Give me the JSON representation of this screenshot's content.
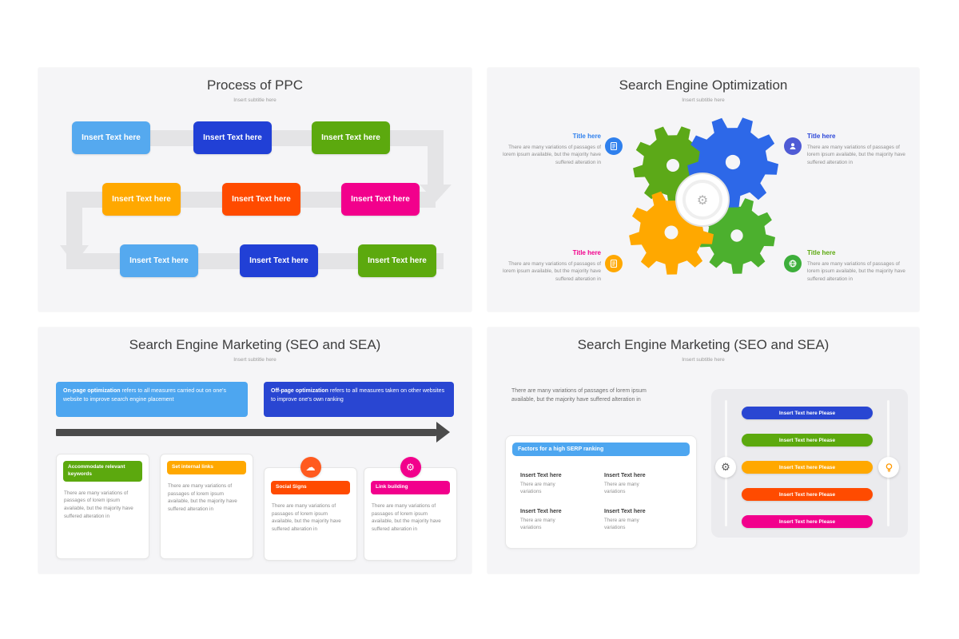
{
  "slide_ppc": {
    "title": "Process of PPC",
    "subtitle": "Insert subtitle here",
    "box_label": "Insert Text here",
    "rows": [
      {
        "items": [
          {
            "color": "#55A9EF"
          },
          {
            "color": "#2140D6"
          },
          {
            "color": "#5CA90E"
          }
        ]
      },
      {
        "items": [
          {
            "color": "#FFA800"
          },
          {
            "color": "#FF4B00"
          },
          {
            "color": "#F2008C"
          }
        ]
      },
      {
        "items": [
          {
            "color": "#55A9EF"
          },
          {
            "color": "#2140D6"
          },
          {
            "color": "#5CA90E"
          }
        ]
      }
    ]
  },
  "slide_seo": {
    "title": "Search Engine Optimization",
    "subtitle": "Insert subtitle here",
    "corner_body": "There are many variations of passages of lorem ipsum available, but the majority have suffered alteration in",
    "corners": [
      {
        "title": "Title here",
        "title_color": "#2F80ED",
        "icon_color": "#2F80ED"
      },
      {
        "title": "Title here",
        "title_color": "#2B46D8",
        "icon_color": "#4F5BD5"
      },
      {
        "title": "Title here",
        "title_color": "#F2008C",
        "icon_color": "#FFA800"
      },
      {
        "title": "Title here",
        "title_color": "#5CA90E",
        "icon_color": "#3DAE3B"
      }
    ],
    "gear_colors": [
      "#5CA918",
      "#2D68E8",
      "#FFA800",
      "#4CB02E"
    ],
    "hub_glyph": "⚙"
  },
  "slide_sem1": {
    "title": "Search Engine Marketing (SEO and SEA)",
    "subtitle": "Insert subtitle here",
    "banners": [
      {
        "bold": "On-page optimization",
        "rest": " refers to all measures carried out on one's website to improve search engine placement",
        "color": "#4DA6F0"
      },
      {
        "bold": "Off-page optimization",
        "rest": " refers to all measures taken on other websites to improve one's own ranking",
        "color": "#2946D2"
      }
    ],
    "arrow_color": "#4B4B4B",
    "card_body": "There are many variations of passages of lorem ipsum available, but the majority have suffered alteration in",
    "cards": [
      {
        "header": "Accommodate relevant keywords",
        "color": "#5CA90E"
      },
      {
        "header": "Set internal links",
        "color": "#FFA800"
      },
      {
        "header": "Social Signs",
        "color": "#FF4B00",
        "icon_glyph": "☁",
        "icon_color": "#FF5A1F"
      },
      {
        "header": "Link building",
        "color": "#F2008C",
        "icon_glyph": "⚙",
        "icon_color": "#F2008C"
      }
    ]
  },
  "slide_sem2": {
    "title": "Search Engine Marketing (SEO and SEA)",
    "subtitle": "Insert subtitle here",
    "intro": "There are many variations of passages of lorem ipsum available, but the majority have suffered alteration in",
    "serp": {
      "header": "Factors for a high SERP ranking",
      "header_color": "#4DA6F0",
      "item_title": "Insert Text here",
      "item_sub": "There are many variations"
    },
    "bar_label": "Insert Text here Please",
    "bars": [
      {
        "color": "#2946D2"
      },
      {
        "color": "#5CA90E"
      },
      {
        "color": "#FFA800"
      },
      {
        "color": "#FF4B00"
      },
      {
        "color": "#F2008C"
      }
    ],
    "panel_left_glyph": "⚙"
  }
}
